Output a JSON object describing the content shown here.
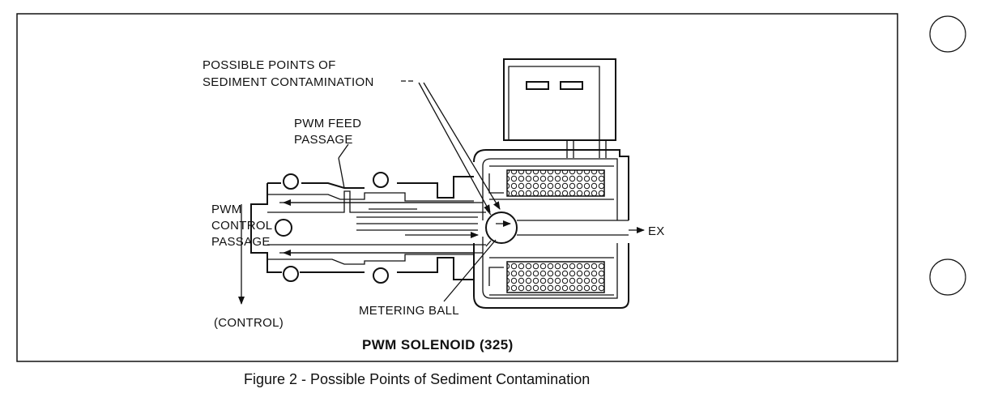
{
  "labels": {
    "sediment_line1": "POSSIBLE POINTS OF",
    "sediment_line2": "SEDIMENT CONTAMINATION",
    "feed_line1": "PWM FEED",
    "feed_line2": "PASSAGE",
    "control_line1": "PWM",
    "control_line2": "CONTROL",
    "control_line3": "PASSAGE",
    "exhaust": "EX",
    "metering_ball": "METERING BALL",
    "control": "(CONTROL)"
  },
  "title": "PWM SOLENOID (325)",
  "caption": "Figure 2 - Possible Points of Sediment Contamination"
}
